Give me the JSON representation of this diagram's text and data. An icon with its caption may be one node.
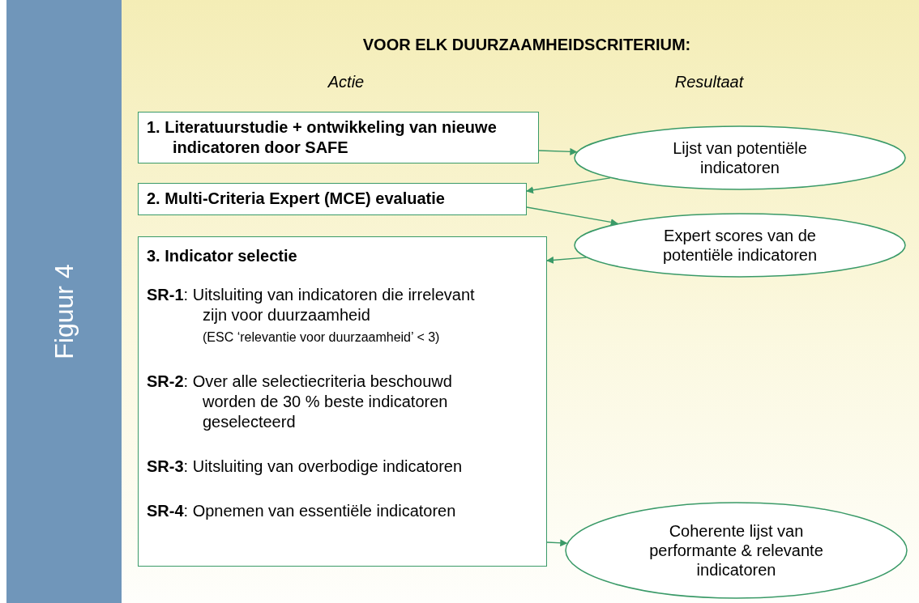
{
  "diagram": {
    "title": "VOOR ELK DUURZAAMHEIDSCRITERIUM:",
    "nodes": [
      {
        "text": [
          "1. Literatuurstudie + ontwikkeling van nieuwe indicatoren door SAFE"
        ]
      },
      {
        "text": [
          "Lijst van potentiële indicatoren"
        ]
      },
      {
        "text": [
          "2. Multi-Criteria Expert (MCE) evaluatie"
        ]
      },
      {
        "text": [
          "Expert scores van de potentiële indicatoren"
        ]
      },
      {
        "text": [
          "3. Indicator selectie",
          "**SR-1**: Uitsluiting van indicatoren die irrelevant zijn voor duurzaamheid",
          "(ESC ‘relevantie voor duurzaamheid’ < 3)",
          "**SR-2**: Over alle selectiecriteria beschouwd worden de 30 % beste indicatoren geselecteerd",
          "**SR-3**: Uitsluiting van overbodige indicatoren",
          "**SR-4**: Opnemen van essentiële indicatoren"
        ]
      },
      {
        "text": [
          "Coherente lijst van performante & relevante indicatoren"
        ]
      }
    ],
    "edges": [
      {
        "from": 0,
        "to": 1,
        "arrow": "to"
      },
      {
        "from": 1,
        "to": 2,
        "arrow": "to"
      },
      {
        "from": 2,
        "to": 3,
        "arrow": "to"
      },
      {
        "from": 3,
        "to": 4,
        "arrow": "to"
      },
      {
        "from": 4,
        "to": 5,
        "arrow": "to"
      }
    ],
    "labels": [
      "Figuur 4",
      "Actie",
      "Resultaat"
    ]
  }
}
